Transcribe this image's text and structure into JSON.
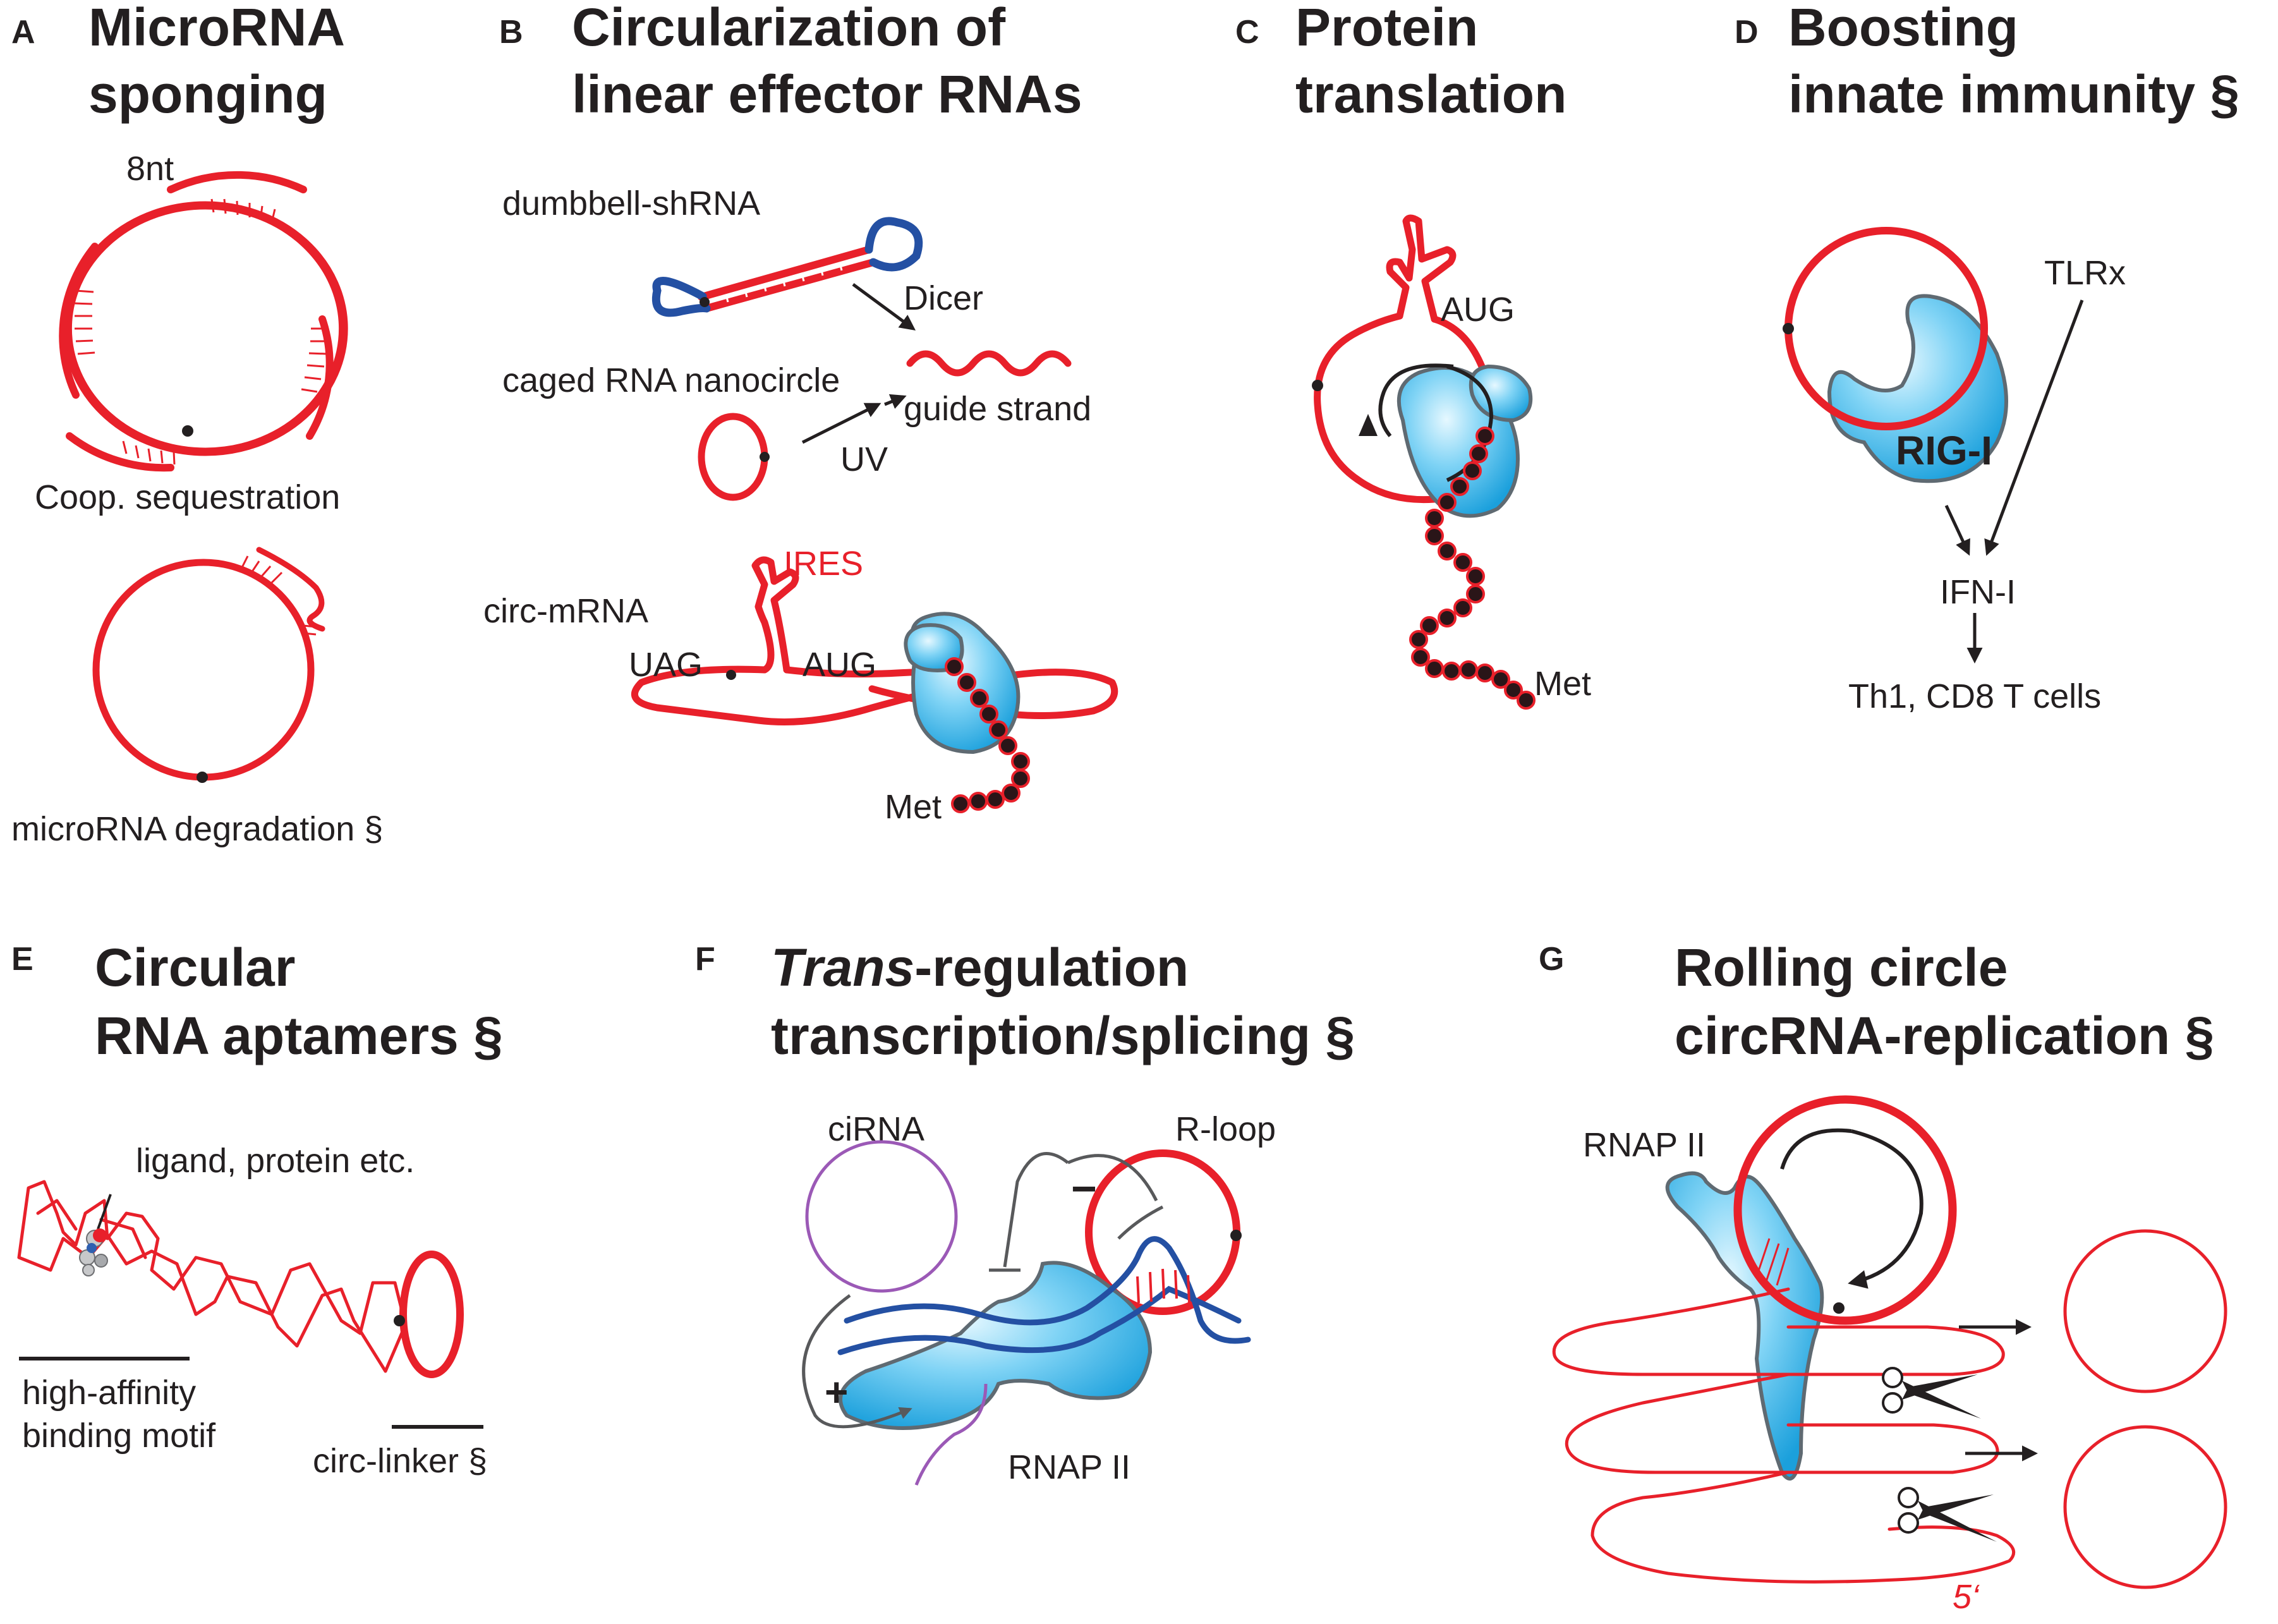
{
  "panels": {
    "A": {
      "letter": "A",
      "title_lines": [
        "MicroRNA",
        "sponging"
      ],
      "label_8nt": "8nt",
      "label_coop": "Coop. sequestration",
      "label_degradation": "microRNA degradation §"
    },
    "B": {
      "letter": "B",
      "title_lines": [
        "Circularization of",
        "linear effector RNAs"
      ],
      "label_dumbbell": "dumbbell-shRNA",
      "label_dicer": "Dicer",
      "label_caged": "caged RNA nanocircle",
      "label_guide": "guide strand",
      "label_uv": "UV",
      "label_circ_mrna": "circ-mRNA",
      "label_ires": "IRES",
      "label_uag": "UAG",
      "label_aug": "AUG",
      "label_met": "Met"
    },
    "C": {
      "letter": "C",
      "title_lines": [
        "Protein",
        "translation"
      ],
      "label_aug": "AUG",
      "label_met": "Met"
    },
    "D": {
      "letter": "D",
      "title_lines": [
        "Boosting",
        "innate immunity §"
      ],
      "label_tlrx": "TLRx",
      "label_rigi": "RIG-I",
      "label_ifn": "IFN-I",
      "label_cells": "Th1, CD8 T cells"
    },
    "E": {
      "letter": "E",
      "title_lines": [
        "Circular",
        "RNA aptamers §"
      ],
      "label_ligand": "ligand, protein etc.",
      "label_motif_lines": [
        "high-affinity",
        "binding motif"
      ],
      "label_linker": "circ-linker §"
    },
    "F": {
      "letter": "F",
      "title_italic": "Trans",
      "title_rest": "-regulation",
      "title_line2": "transcription/splicing §",
      "label_cirna": "ciRNA",
      "label_rloop": "R-loop",
      "label_minus": "−",
      "label_plus": "+",
      "label_rnap": "RNAP II"
    },
    "G": {
      "letter": "G",
      "title_lines": [
        "Rolling circle",
        "circRNA-replication §"
      ],
      "label_rnap": "RNAP II",
      "label_5prime": "5‘"
    }
  },
  "colors": {
    "rna_red": "#e8202a",
    "dumbbell_blue": "#2450a3",
    "cirna_purple": "#9b59b6",
    "ribosome_light": "#a8e4fb",
    "ribosome_dark": "#1ba0dc",
    "text": "#231f20"
  },
  "icons": [
    "scissors-icon",
    "arrow-icon"
  ]
}
